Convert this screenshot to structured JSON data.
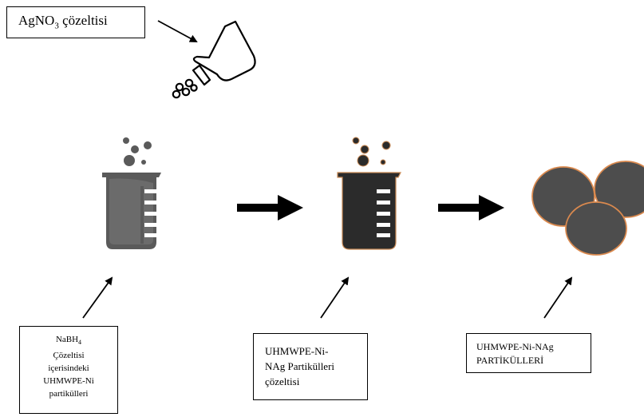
{
  "top_label": {
    "main": "AgNO",
    "subscript": "3",
    "suffix": " çözeltisi"
  },
  "label_1": {
    "lines": [
      {
        "main": "NaBH",
        "subscript": "4"
      },
      {
        "main": "Çözeltisi"
      },
      {
        "main": "içerisindeki"
      },
      {
        "main": "UHMWPE-Ni"
      },
      {
        "main": "partikülleri"
      }
    ]
  },
  "label_2": {
    "lines": [
      "UHMWPE-Ni-",
      "NAg Partikülleri",
      "çözeltisi"
    ]
  },
  "label_3": {
    "lines": [
      "UHMWPE-Ni-NAg",
      "PARTİKÜLLERİ"
    ]
  },
  "colors": {
    "beaker_1": "#5a5a5a",
    "beaker_2": "#2b2b2b",
    "beaker_2_outline": "#c98a55",
    "particle_fill": "#4d4d4d",
    "particle_outline": "#d9894e"
  },
  "icons": [
    "flask-icon",
    "beaker-icon",
    "beaker-dark-icon",
    "particles-icon",
    "right-arrow-icon"
  ]
}
